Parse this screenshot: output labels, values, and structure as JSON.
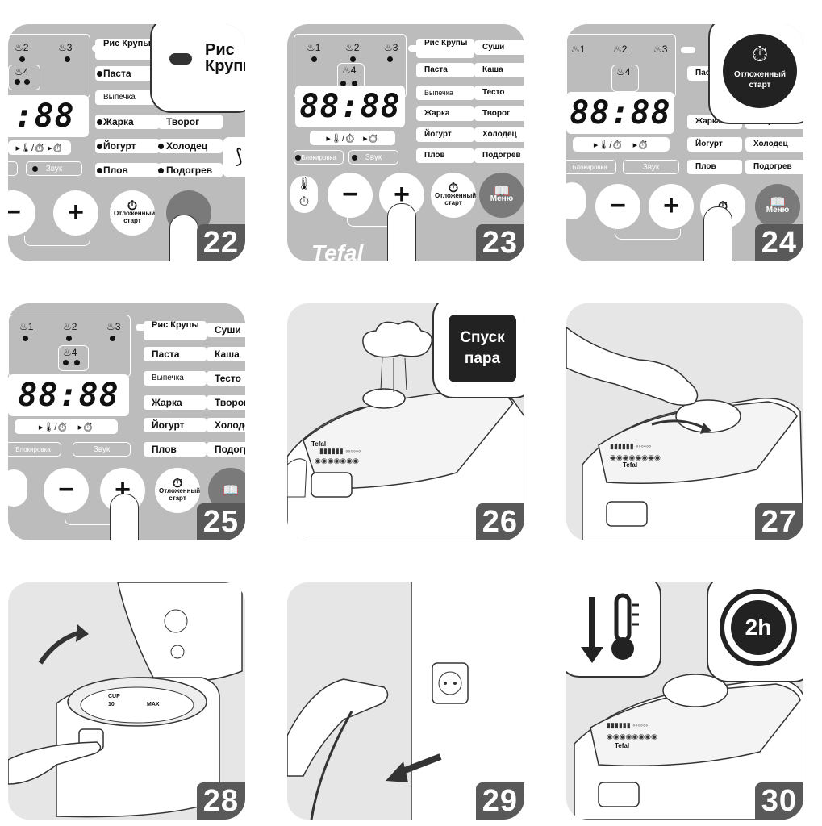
{
  "steps": [
    {
      "number": "22"
    },
    {
      "number": "23"
    },
    {
      "number": "24"
    },
    {
      "number": "25"
    },
    {
      "number": "26"
    },
    {
      "number": "27"
    },
    {
      "number": "28"
    },
    {
      "number": "29"
    },
    {
      "number": "30"
    }
  ],
  "panel": {
    "lcd": "88:88",
    "lcd_partial": ":88",
    "cups": [
      "1",
      "2",
      "3",
      "4"
    ],
    "programs_left": [
      "Рис Крупы",
      "Паста",
      "Выпечка",
      "Жарка",
      "Йогурт",
      "Плов"
    ],
    "programs_right": [
      "Суши",
      "Каша",
      "Тесто",
      "Творог",
      "Холодец",
      "Подогрев"
    ],
    "blokirovka": "Блокировка",
    "zvuk": "Звук",
    "minus": "−",
    "plus": "+",
    "delay_label": "Отложенный старт",
    "menu_label": "Меню",
    "brand": "Tefal"
  },
  "callouts": {
    "step22": "Рис Крупы",
    "step24": "Отложенный старт",
    "step26": "Спуск пара",
    "step30_time": "2h"
  },
  "cooker": {
    "brand": "Tefal",
    "cup_label": "CUP",
    "cup_value": "10",
    "max_label": "MAX"
  },
  "colors": {
    "panel_grey": "#bcbcbc",
    "number_bg": "#595959",
    "callout_dark": "#222222"
  }
}
